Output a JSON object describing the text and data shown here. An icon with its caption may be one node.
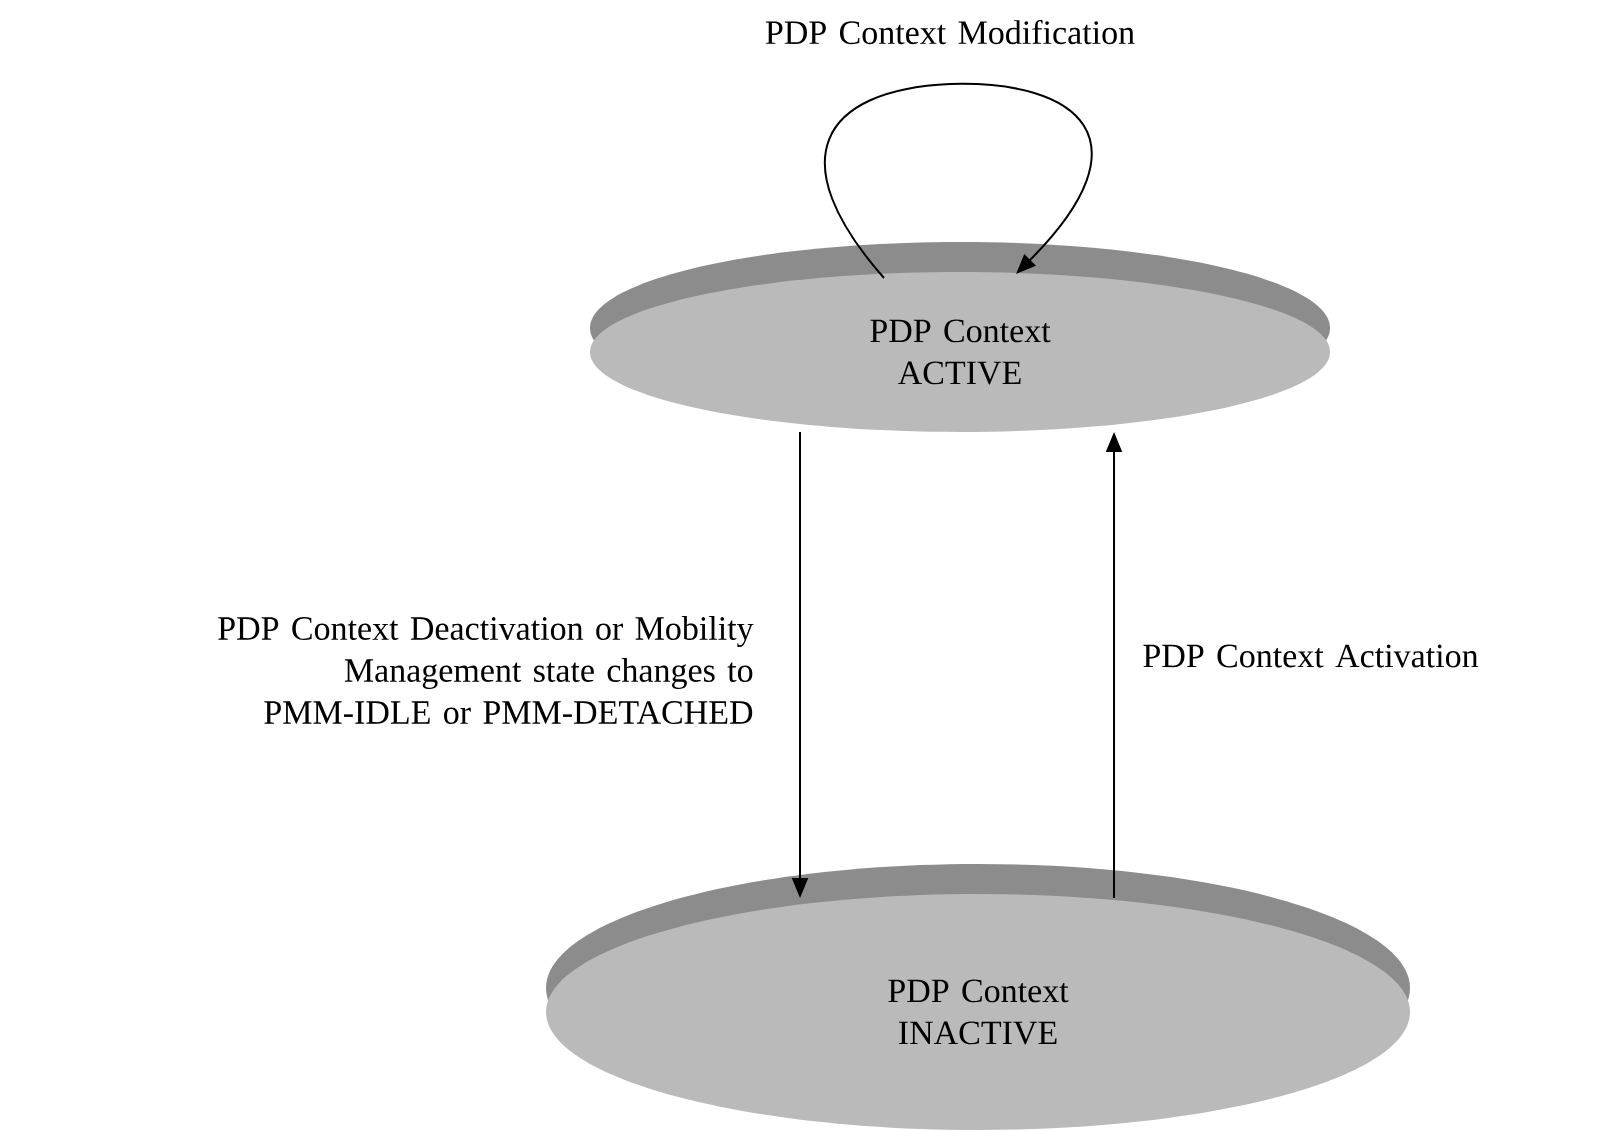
{
  "diagram": {
    "nodes": [
      {
        "text": [
          "PDP Context ACTIVE"
        ]
      },
      {
        "text": [
          "PDP Context INACTIVE"
        ]
      }
    ],
    "edges": [
      {
        "from": 0,
        "to": 0,
        "arrow": "to",
        "label": "PDP Context Modification"
      },
      {
        "from": 0,
        "to": 1,
        "arrow": "to",
        "label": "PDP Context Deactivation or Mobility Management state changes to PMM-IDLE or PMM-DETACHED"
      },
      {
        "from": 1,
        "to": 0,
        "arrow": "to",
        "label": "PDP Context Activation"
      }
    ]
  }
}
